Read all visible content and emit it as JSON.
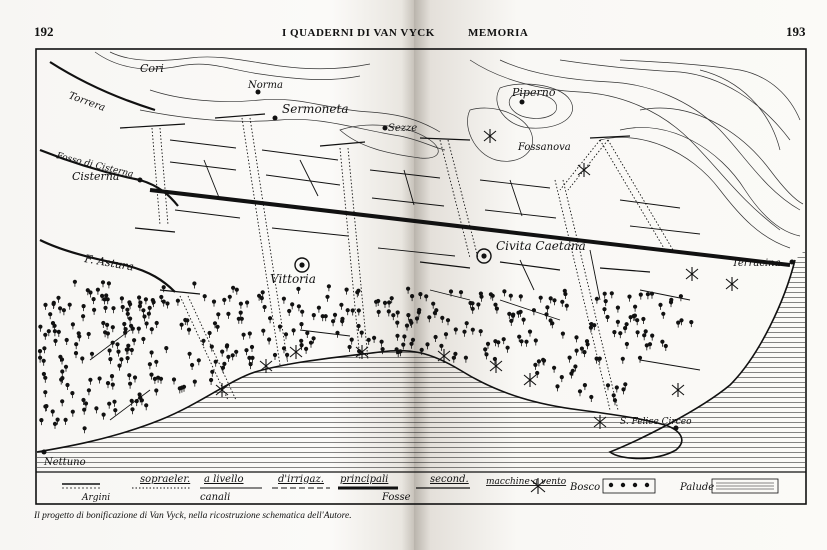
{
  "header": {
    "left_page_number": "192",
    "left_running_head": "I QUADERNI DI VAN VYCK",
    "right_running_head": "MEMORIA",
    "right_page_number": "193"
  },
  "caption": "Il progetto di bonificazione di Van Vyck, nella ricostruzione schematica dell'Autore.",
  "map": {
    "places": {
      "cori": "Cori",
      "norma": "Norma",
      "sermoneta": "Sermoneta",
      "sezze": "Sezze",
      "piperno": "Piperno",
      "fossanova": "Fossanova",
      "cisterna": "Cisterna",
      "civita_caetana": "Civita Caetana",
      "vittoria": "Vittoria",
      "terracina": "Terracina",
      "s_felice_circeo": "S. Felice Circeo",
      "nettuno": "Nettuno"
    },
    "rivers": {
      "torrera": "Torrera",
      "fosso_cisterna": "Fosso di Cisterna",
      "f_astura": "F. Astura"
    },
    "legend": {
      "argini": "Argini",
      "canali_title": "canali",
      "sopraeler": "sopraeler.",
      "a_livello": "a livello",
      "irrigaz": "d'irrigaz.",
      "fosse_title": "Fosse",
      "principali": "principali",
      "second": "second.",
      "macchine_a_vento": "macchine a vento",
      "bosco": "Bosco",
      "palude": "Palude"
    },
    "colors": {
      "ink": "#111111",
      "paper": "#f9f8f5"
    }
  }
}
